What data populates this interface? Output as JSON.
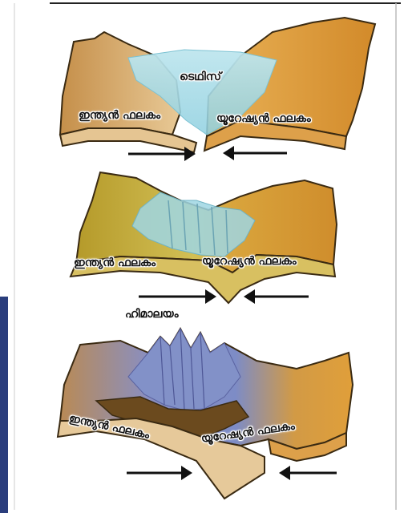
{
  "stages": [
    {
      "left_plate": "ഇന്ത്യൻ ഫലകം",
      "right_plate": "യൂറേഷ്യൻ ഫലകം",
      "sea": "ടെഥിസ്"
    },
    {
      "left_plate": "ഇന്ത്യൻ ഫലകം",
      "right_plate": "യൂറേഷ്യൻ ഫലകം"
    },
    {
      "left_plate": "ഇന്ത്യൻ ഫലകം",
      "right_plate": "യൂറേഷ്യൻ ഫലകം",
      "mountain": "ഹിമാലയം"
    }
  ],
  "colors": {
    "indian_plate_1": "#d9b47a",
    "eurasian_plate": "#e1a13c",
    "olive_plate": "#c9b040",
    "tethys_water": "#a8dbe6",
    "mountain_blue": "#7f8ec4",
    "dark_crust": "#6b4a1e",
    "arrow": "#111111",
    "left_bar": "#2a3d7c"
  }
}
